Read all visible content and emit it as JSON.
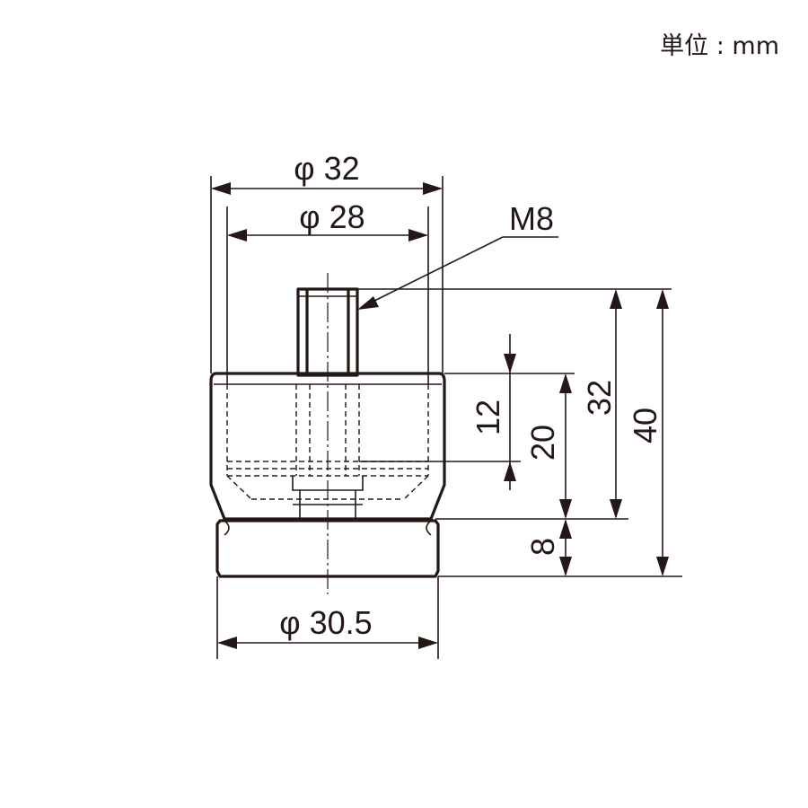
{
  "unit_label": "単位 : mm",
  "dimensions": {
    "top_outer_diameter": "φ 32",
    "top_inner_diameter": "φ 28",
    "thread": "M8",
    "thread_length": "12",
    "body_height": "20",
    "height_to_pad": "32",
    "total_height": "40",
    "pad_height": "8",
    "pad_diameter": "φ 30.5"
  }
}
